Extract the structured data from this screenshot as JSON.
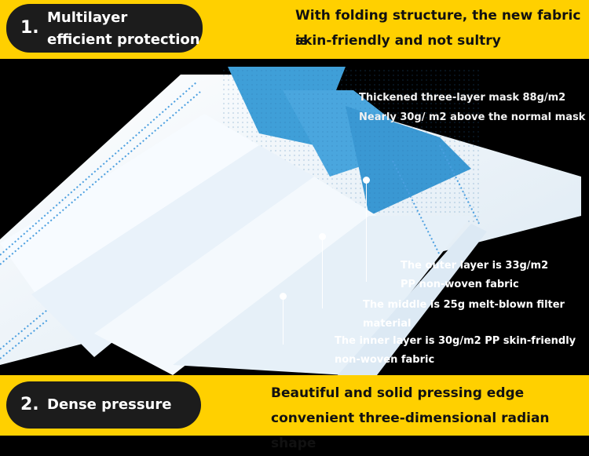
{
  "top": {
    "number": "1.",
    "title_line1": "Multilayer",
    "title_line2": "efficient protection",
    "headline_line1": "With folding structure, the new fabric is",
    "headline_line2": "skin-friendly and not sultry"
  },
  "callouts": {
    "thickened_line1": "Thickened three-layer mask 88g/m2",
    "thickened_line2": "Nearly 30g/ m2 above the normal mask",
    "outer_line1": "The outer layer is 33g/m2",
    "outer_line2": "PP non-woven fabric",
    "middle_line1": "The middle is 25g melt-blown filter",
    "middle_line2": "material",
    "inner_line1": "The inner layer is 30g/m2 PP skin-friendly",
    "inner_line2": "non-woven fabric"
  },
  "bottom": {
    "number": "2.",
    "title": "Dense pressure",
    "headline_line1": "Beautiful and solid pressing edge",
    "headline_line2": "convenient three-dimensional radian shape"
  },
  "colors": {
    "band": "#ffd000",
    "pill": "#1c1c1c",
    "mask_blue": "#3f9fd8",
    "mask_white": "#eef5fb"
  }
}
